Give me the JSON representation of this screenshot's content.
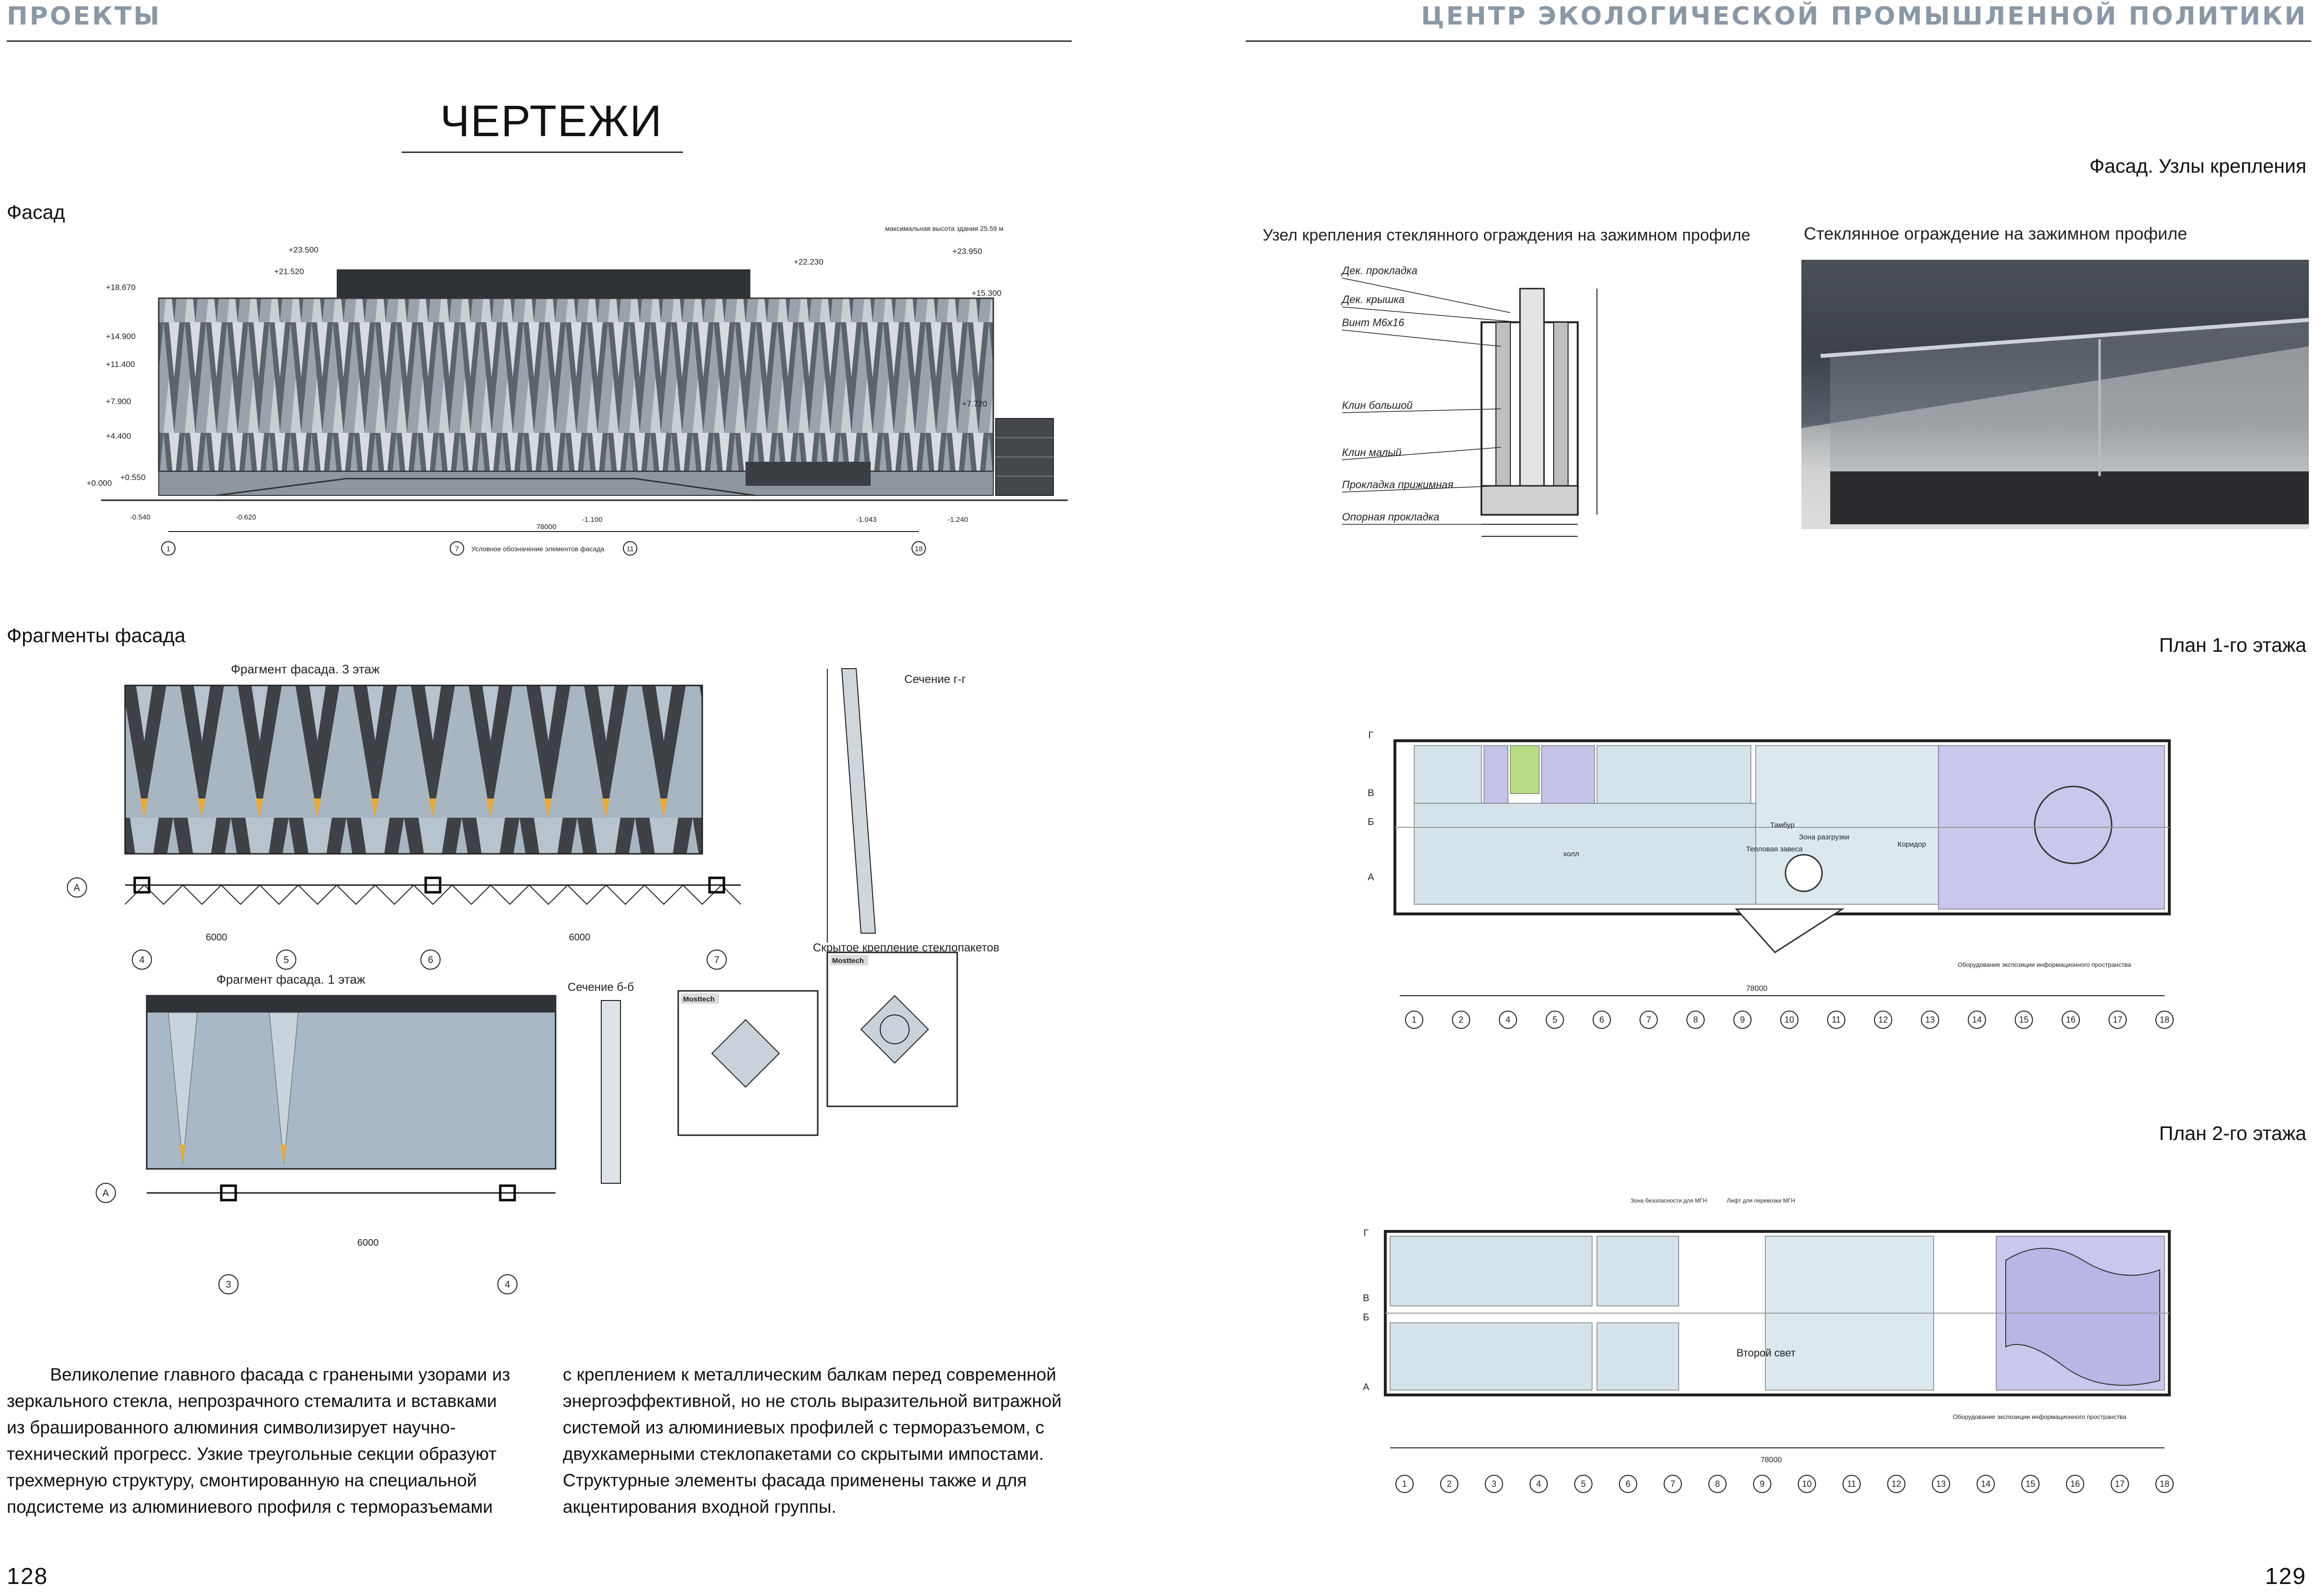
{
  "header": {
    "left": "ПРОЕКТЫ",
    "right": "ЦЕНТР ЭКОЛОГИЧЕСКОЙ ПРОМЫШЛЕННОЙ ПОЛИТИКИ"
  },
  "section_title": "ЧЕРТЕЖИ",
  "captions": {
    "facade": "Фасад",
    "fragments": "Фрагменты фасада",
    "nodes": "Фасад. Узлы крепления",
    "plan1": "План 1-го этажа",
    "plan2": "План 2-го этажа"
  },
  "facade_drawing": {
    "levels_left": [
      "+18.670",
      "+14.900",
      "+11.400",
      "+7.900",
      "+4.400",
      "+0.550",
      "+0.000"
    ],
    "levels_top": [
      "+23.500",
      "+21.520",
      "+22.230",
      "+23.950",
      "+15.300",
      "+7.720"
    ],
    "note": "максимальная высота здания 25.59 м",
    "bottom_marks": [
      "-0.540",
      "-0.620",
      "-1.100",
      "-1.043",
      "-1.240"
    ],
    "dimension": "78000",
    "axes": [
      "1",
      "7",
      "11",
      "18"
    ],
    "legend": "Условное обозначение элементов фасада"
  },
  "node_drawing": {
    "title": "Узел крепления стеклянного ограждения на зажимном профиле",
    "labels": [
      "Дек. прокладка",
      "Дек. крышка",
      "Винт М6х16",
      "Клин большой",
      "Клин малый",
      "Прокладка прижимная",
      "Опорная прокладка"
    ]
  },
  "photo": {
    "title": "Стеклянное ограждение на зажимном профиле"
  },
  "fragments_drawing": {
    "frag3": "Фрагмент фасада. 3 этаж",
    "frag1": "Фрагмент фасада. 1 этаж",
    "section_gg": "Сечение г-г",
    "section_bb": "Сечение б-б",
    "hidden_mount": "Скрытое крепление стеклопакетов",
    "brand": "Mosttech",
    "axis_a": "А",
    "axes3": [
      "4",
      "5",
      "6",
      "7"
    ],
    "axes1": [
      "3",
      "4"
    ],
    "dim6000": "6000"
  },
  "plan1": {
    "axes": [
      "1",
      "2",
      "4",
      "5",
      "6",
      "7",
      "8",
      "9",
      "10",
      "11",
      "12",
      "13",
      "14",
      "15",
      "16",
      "17",
      "18"
    ],
    "rows": [
      "Г",
      "В",
      "Б",
      "А"
    ],
    "total": "78000",
    "labels": [
      "холл",
      "Тамбур",
      "Тепловая завеса",
      "Зона разгрузки",
      "Коридор",
      "Оборудование экспозиции информационного пространства"
    ]
  },
  "plan2": {
    "axes": [
      "1",
      "2",
      "3",
      "4",
      "5",
      "6",
      "7",
      "8",
      "9",
      "10",
      "11",
      "12",
      "13",
      "14",
      "15",
      "16",
      "17",
      "18"
    ],
    "rows": [
      "Г",
      "В",
      "Б",
      "А"
    ],
    "total": "78000",
    "labels": [
      "Второй свет",
      "Зона безопасности для МГН",
      "Лифт для перевозки МГН",
      "Оборудование экспозиции информационного пространства"
    ]
  },
  "body": {
    "col1": "Великолепие главного фасада с гранеными узорами из зеркального стекла, непрозрачного стемалита и вставками из брашированного алюминия символизирует научно-технический прогресс. Узкие треугольные секции образуют трехмерную структуру, смонтированную на специальной подсистеме из алюминиевого профиля с терморазъемами",
    "col2": "с креплением к металлическим балкам перед современной энергоэффективной, но не столь выразительной витражной системой из алюминиевых профилей с терморазъемом, с двухкамерными стеклопакетами со скрытыми импостами. Структурные элементы фасада применены также и для акцентирования входной группы."
  },
  "pages": {
    "left": "128",
    "right": "129"
  }
}
